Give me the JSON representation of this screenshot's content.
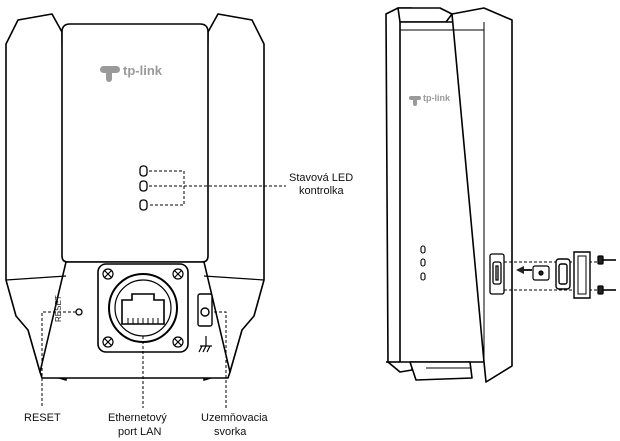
{
  "front_view": {
    "brand": "tp-link",
    "reset_marking": "RESET"
  },
  "side_view": {
    "brand": "tp-link"
  },
  "callouts": {
    "status_led_line1": "Stavová LED",
    "status_led_line2": "kontrolka",
    "reset": "RESET",
    "ethernet_line1": "Ethernetový",
    "ethernet_line2": "port LAN",
    "ground_line1": "Uzemňovacia",
    "ground_line2": "svorka"
  }
}
